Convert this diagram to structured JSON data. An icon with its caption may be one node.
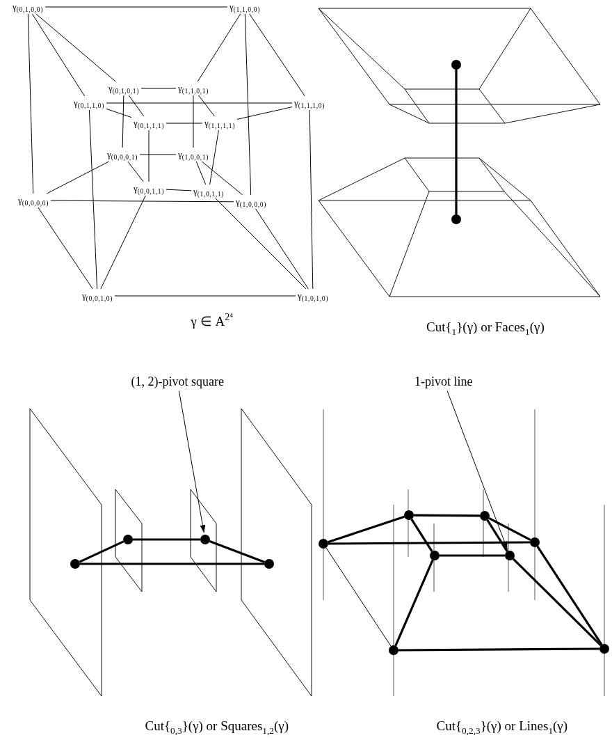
{
  "diagram": {
    "nodes": [
      {
        "text": [
          "γ$_{(0,1,0,0)}$"
        ]
      },
      {
        "text": [
          "γ$_{(1,1,0,0)}$"
        ]
      },
      {
        "text": [
          "γ$_{(0,1,0,1)}$"
        ]
      },
      {
        "text": [
          "γ$_{(1,1,0,1)}$"
        ]
      },
      {
        "text": [
          "γ$_{(0,1,1,0)}$"
        ]
      },
      {
        "text": [
          "γ$_{(1,1,1,0)}$"
        ]
      },
      {
        "text": [
          "γ$_{(0,1,1,1)}$"
        ]
      },
      {
        "text": [
          "γ$_{(1,1,1,1)}$"
        ]
      },
      {
        "text": [
          "γ$_{(0,0,0,1)}$"
        ]
      },
      {
        "text": [
          "γ$_{(1,0,0,1)}$"
        ]
      },
      {
        "text": [
          "γ$_{(0,0,1,1)}$"
        ]
      },
      {
        "text": [
          "γ$_{(1,0,1,1)}$"
        ]
      },
      {
        "text": [
          "γ$_{(0,0,0,0)}$"
        ]
      },
      {
        "text": [
          "γ$_{(1,0,0,0)}$"
        ]
      },
      {
        "text": [
          "γ$_{(0,0,1,0)}$"
        ]
      },
      {
        "text": [
          "γ$_{(1,0,1,0)}$"
        ]
      },
      {
        "text": [],
        "shape": "circle"
      },
      {
        "text": [],
        "shape": "circle"
      },
      {
        "text": [
          "(1, 2)-pivot square"
        ]
      },
      {
        "text": [
          "1-pivot line"
        ]
      },
      {
        "text": [],
        "shape": "circle"
      },
      {
        "text": [],
        "shape": "circle"
      },
      {
        "text": [],
        "shape": "circle"
      },
      {
        "text": [],
        "shape": "circle"
      },
      {
        "text": [],
        "shape": "circle"
      },
      {
        "text": [],
        "shape": "circle"
      },
      {
        "text": [],
        "shape": "circle"
      },
      {
        "text": [],
        "shape": "circle"
      },
      {
        "text": [],
        "shape": "circle"
      },
      {
        "text": [],
        "shape": "circle"
      },
      {
        "text": [],
        "shape": "circle"
      },
      {
        "text": [],
        "shape": "circle"
      }
    ],
    "edges": [
      {
        "from": 0,
        "to": 1,
        "arrow": "none"
      },
      {
        "from": 0,
        "to": 2,
        "arrow": "none"
      },
      {
        "from": 0,
        "to": 4,
        "arrow": "none"
      },
      {
        "from": 0,
        "to": 12,
        "arrow": "none"
      },
      {
        "from": 1,
        "to": 3,
        "arrow": "none"
      },
      {
        "from": 1,
        "to": 5,
        "arrow": "none"
      },
      {
        "from": 1,
        "to": 13,
        "arrow": "none"
      },
      {
        "from": 2,
        "to": 3,
        "arrow": "none"
      },
      {
        "from": 2,
        "to": 6,
        "arrow": "none"
      },
      {
        "from": 2,
        "to": 8,
        "arrow": "none"
      },
      {
        "from": 3,
        "to": 7,
        "arrow": "none"
      },
      {
        "from": 3,
        "to": 9,
        "arrow": "none"
      },
      {
        "from": 4,
        "to": 5,
        "arrow": "none"
      },
      {
        "from": 4,
        "to": 6,
        "arrow": "none"
      },
      {
        "from": 4,
        "to": 14,
        "arrow": "none"
      },
      {
        "from": 5,
        "to": 7,
        "arrow": "none"
      },
      {
        "from": 5,
        "to": 15,
        "arrow": "none"
      },
      {
        "from": 6,
        "to": 7,
        "arrow": "none"
      },
      {
        "from": 6,
        "to": 10,
        "arrow": "none"
      },
      {
        "from": 7,
        "to": 11,
        "arrow": "none"
      },
      {
        "from": 8,
        "to": 9,
        "arrow": "none"
      },
      {
        "from": 8,
        "to": 10,
        "arrow": "none"
      },
      {
        "from": 8,
        "to": 12,
        "arrow": "none"
      },
      {
        "from": 9,
        "to": 11,
        "arrow": "none"
      },
      {
        "from": 9,
        "to": 13,
        "arrow": "none"
      },
      {
        "from": 10,
        "to": 11,
        "arrow": "none"
      },
      {
        "from": 10,
        "to": 14,
        "arrow": "none"
      },
      {
        "from": 11,
        "to": 15,
        "arrow": "none"
      },
      {
        "from": 12,
        "to": 13,
        "arrow": "none"
      },
      {
        "from": 12,
        "to": 14,
        "arrow": "none"
      },
      {
        "from": 13,
        "to": 15,
        "arrow": "none"
      },
      {
        "from": 14,
        "to": 15,
        "arrow": "none"
      },
      {
        "from": 16,
        "to": 17,
        "arrow": "none",
        "style": "thick"
      },
      {
        "from": 18,
        "to": 21,
        "arrow": "to"
      },
      {
        "from": 19,
        "to": 29,
        "arrow": "to"
      },
      {
        "from": 22,
        "to": 20,
        "arrow": "none",
        "style": "thick"
      },
      {
        "from": 20,
        "to": 21,
        "arrow": "none",
        "style": "thick"
      },
      {
        "from": 21,
        "to": 23,
        "arrow": "none",
        "style": "thick"
      },
      {
        "from": 22,
        "to": 23,
        "arrow": "none",
        "style": "thick"
      },
      {
        "from": 26,
        "to": 24,
        "arrow": "none",
        "style": "thick"
      },
      {
        "from": 24,
        "to": 25,
        "arrow": "none",
        "style": "thick"
      },
      {
        "from": 25,
        "to": 27,
        "arrow": "none",
        "style": "thick"
      },
      {
        "from": 26,
        "to": 27,
        "arrow": "none",
        "style": "thick"
      },
      {
        "from": 24,
        "to": 28,
        "arrow": "none",
        "style": "thick"
      },
      {
        "from": 25,
        "to": 29,
        "arrow": "none",
        "style": "thick"
      },
      {
        "from": 28,
        "to": 29,
        "arrow": "none",
        "style": "thick"
      },
      {
        "from": 27,
        "to": 31,
        "arrow": "none",
        "style": "thick"
      },
      {
        "from": 29,
        "to": 31,
        "arrow": "none",
        "style": "thick"
      },
      {
        "from": 28,
        "to": 30,
        "arrow": "none",
        "style": "thick"
      },
      {
        "from": 30,
        "to": 31,
        "arrow": "none",
        "style": "thick"
      },
      {
        "from": 26,
        "to": 30,
        "arrow": "none"
      }
    ],
    "labels": [
      "γ ∈ A$^{2⁴}$",
      "Cut{$_{1}$}(γ) or Faces$_{1}$(γ)",
      "Cut{$_{0,3}$}(γ) or Squares$_{1,2}$(γ)",
      "Cut{$_{0,2,3}$}(γ) or Lines$_{1}$(γ)"
    ]
  }
}
